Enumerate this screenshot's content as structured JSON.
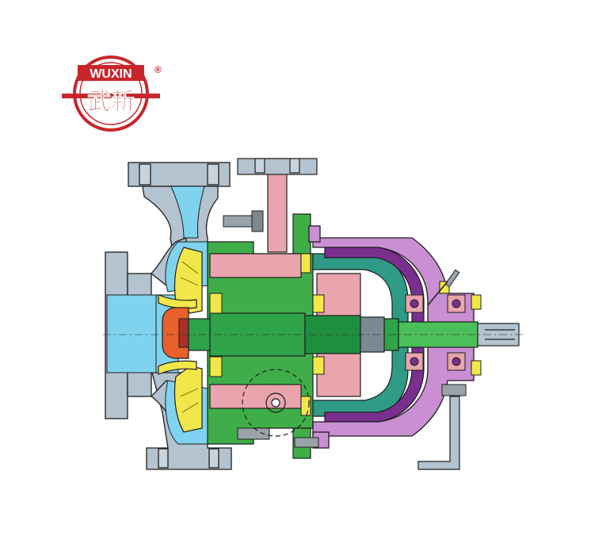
{
  "logo": {
    "brand_latin": "WUXIN",
    "brand_chinese": "武新",
    "registered_mark": "®",
    "color": "#c8262b"
  },
  "colors": {
    "casing": "#b3c3cf",
    "fluid": "#7fd3ef",
    "impeller": "#f2e74a",
    "bracket": "#3fae49",
    "magnet": "#e9a4ad",
    "containment": "#2f9a86",
    "outer_magnet": "#7a2f8f",
    "bearing_housing": "#c98fd2",
    "nut": "#e8602a",
    "bolt": "#9aa3aa",
    "outline": "#1e1e1e"
  },
  "diagram": {
    "subject": "magnetic-drive-pump-cross-section",
    "icons": [
      "company-logo-icon",
      "shaft-icon",
      "impeller-icon",
      "bolt-icon",
      "bearing-icon"
    ]
  }
}
